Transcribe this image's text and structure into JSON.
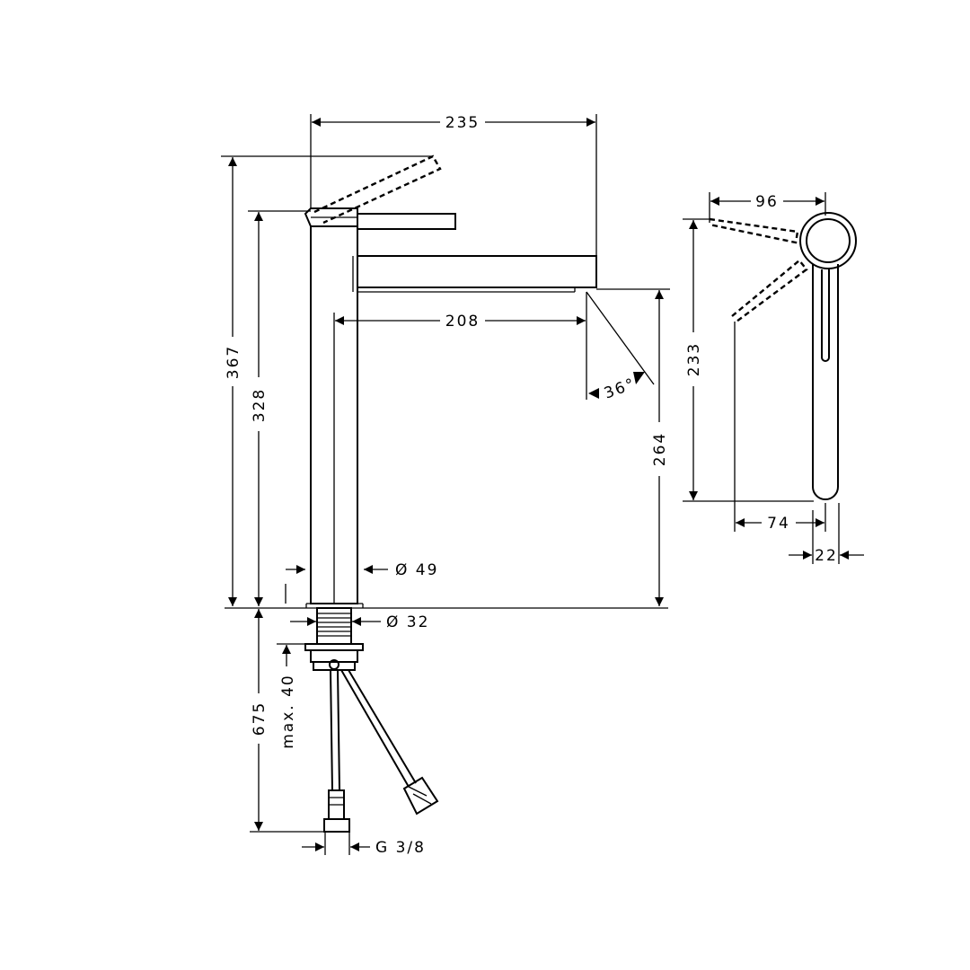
{
  "colors": {
    "line": "#000000",
    "background": "#ffffff"
  },
  "dimensions": {
    "total_width": "235",
    "spout_reach": "208",
    "total_height": "367",
    "body_height": "328",
    "spout_height": "264",
    "swivel_angle": "36°",
    "body_diameter": "Ø 49",
    "shank_diameter": "Ø 32",
    "max_thickness": "max. 40",
    "hose_length": "675",
    "connection": "G 3/8",
    "handle_reach_top": "96",
    "side_height": "233",
    "handle_reach_bottom": "74",
    "handle_width": "22"
  }
}
